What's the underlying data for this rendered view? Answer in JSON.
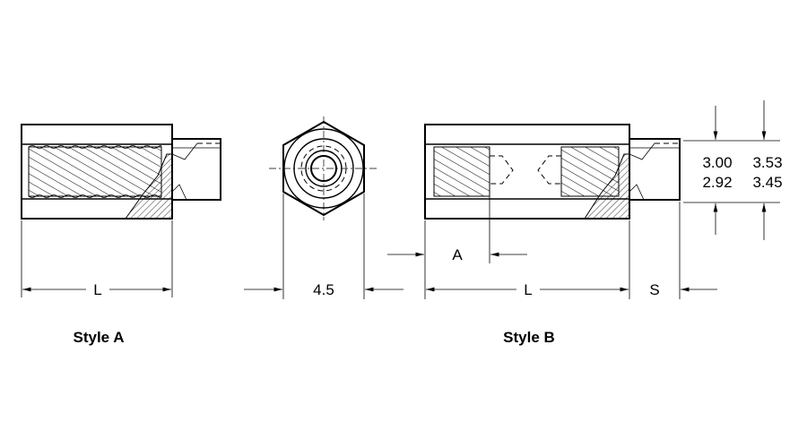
{
  "style_a": {
    "caption": "Style A",
    "length_label": "L"
  },
  "end_view": {
    "width_label": "4.5"
  },
  "style_b": {
    "caption": "Style B",
    "length_label": "L",
    "thread_depth_label": "A",
    "stud_length_label": "S",
    "minor_dia_row1": "3.00",
    "minor_dia_row2": "2.92",
    "major_dia_row1": "3.53",
    "major_dia_row2": "3.45"
  }
}
